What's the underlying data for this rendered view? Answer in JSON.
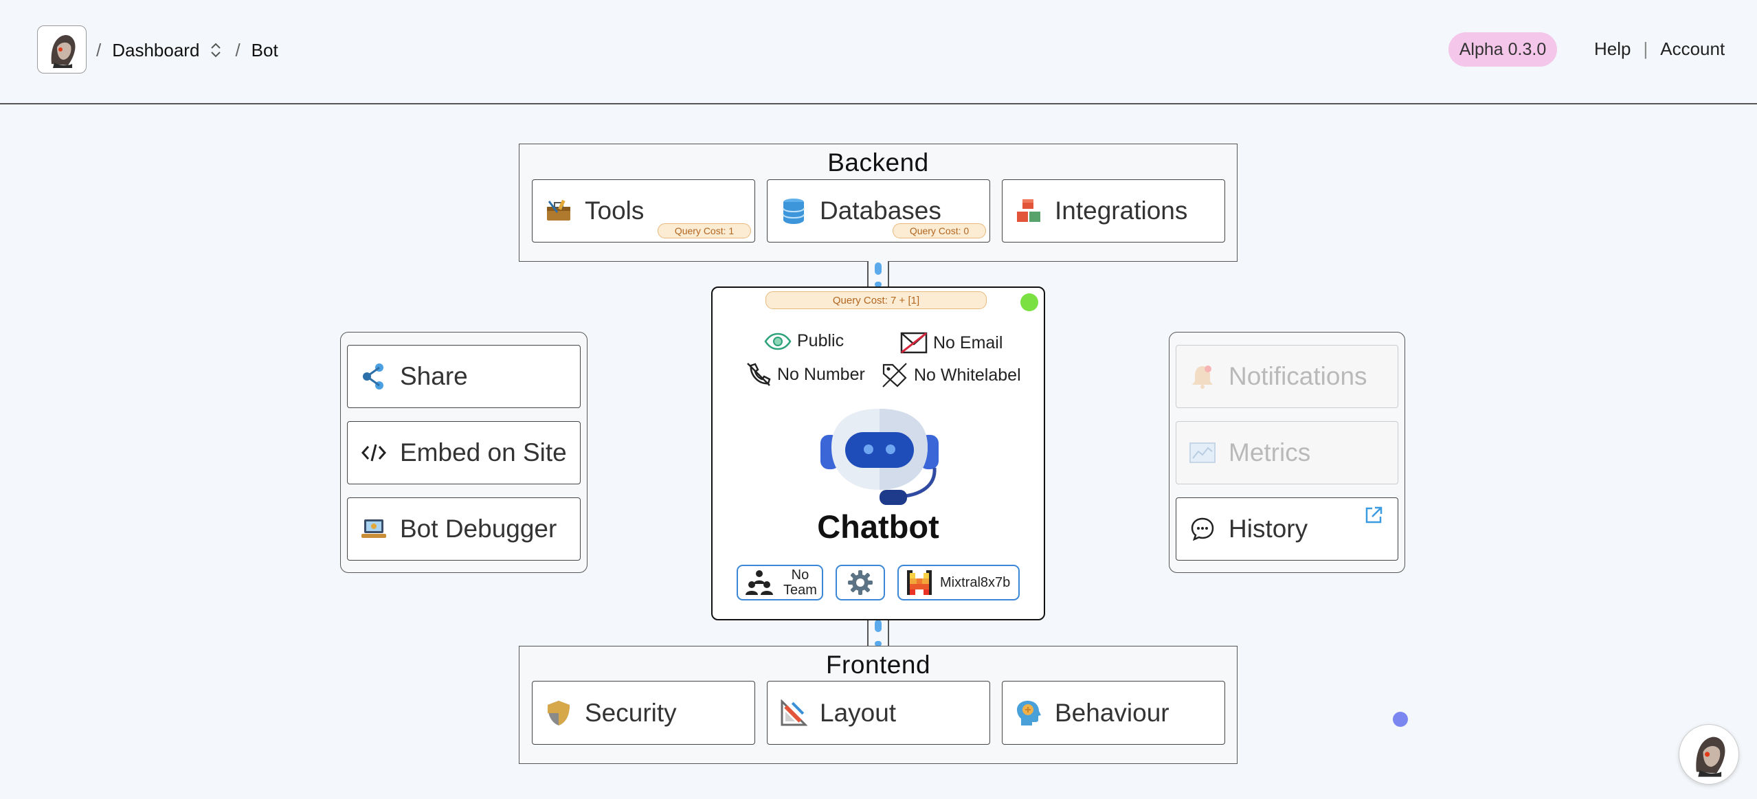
{
  "header": {
    "breadcrumbs": [
      "Dashboard",
      "Bot"
    ],
    "version_badge": "Alpha 0.3.0",
    "help_label": "Help",
    "account_label": "Account",
    "separator": "|",
    "slash": "/"
  },
  "backend": {
    "title": "Backend",
    "cards": [
      {
        "label": "Tools",
        "icon": "toolbox-icon",
        "cost": "Query Cost: 1"
      },
      {
        "label": "Databases",
        "icon": "database-icon",
        "cost": "Query Cost: 0"
      },
      {
        "label": "Integrations",
        "icon": "blocks-icon"
      }
    ]
  },
  "frontend": {
    "title": "Frontend",
    "cards": [
      {
        "label": "Security",
        "icon": "shield-icon"
      },
      {
        "label": "Layout",
        "icon": "ruler-icon"
      },
      {
        "label": "Behaviour",
        "icon": "head-brain-icon"
      }
    ]
  },
  "left_panel": {
    "items": [
      {
        "label": "Share",
        "icon": "share-icon"
      },
      {
        "label": "Embed on Site",
        "icon": "code-icon"
      },
      {
        "label": "Bot Debugger",
        "icon": "laptop-bug-icon"
      }
    ]
  },
  "right_panel": {
    "items": [
      {
        "label": "Notifications",
        "icon": "bell-icon",
        "disabled": true
      },
      {
        "label": "Metrics",
        "icon": "chart-icon",
        "disabled": true
      },
      {
        "label": "History",
        "icon": "chat-bubble-icon",
        "external": true
      }
    ]
  },
  "bot": {
    "name": "Chatbot",
    "query_cost": "Query Cost: 7 + [1]",
    "status_color": "#7be042",
    "flags": {
      "visibility": "Public",
      "email": "No Email",
      "number": "No Number",
      "whitelabel": "No Whitelabel"
    },
    "team_line1": "No",
    "team_line2": "Team",
    "model": "Mixtral8x7b"
  },
  "colors": {
    "accent_blue": "#3b86d6",
    "badge_pink": "#f4c6ea",
    "cost_bg": "#fdecd4",
    "cost_text": "#b2661f"
  }
}
